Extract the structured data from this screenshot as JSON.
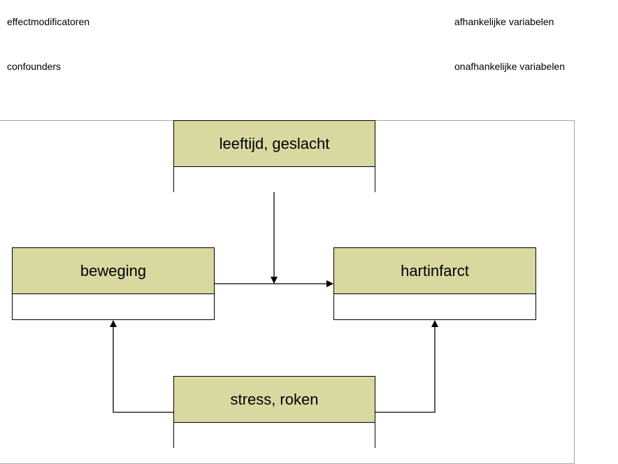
{
  "legend": {
    "effectmodificatoren": "effectmodificatoren",
    "confounders": "confounders",
    "afhankelijke_variabelen": "afhankelijke variabelen",
    "onafhankelijke_variabelen": "onafhankelijke variabelen"
  },
  "nodes": {
    "leeftijd_geslacht": "leeftijd, geslacht",
    "beweging": "beweging",
    "hartinfarct": "hartinfarct",
    "stress_roken": "stress, roken"
  },
  "colors": {
    "node_header": "#d8d8a0",
    "frame_border": "#a6a6a6",
    "lines": "#000000"
  }
}
